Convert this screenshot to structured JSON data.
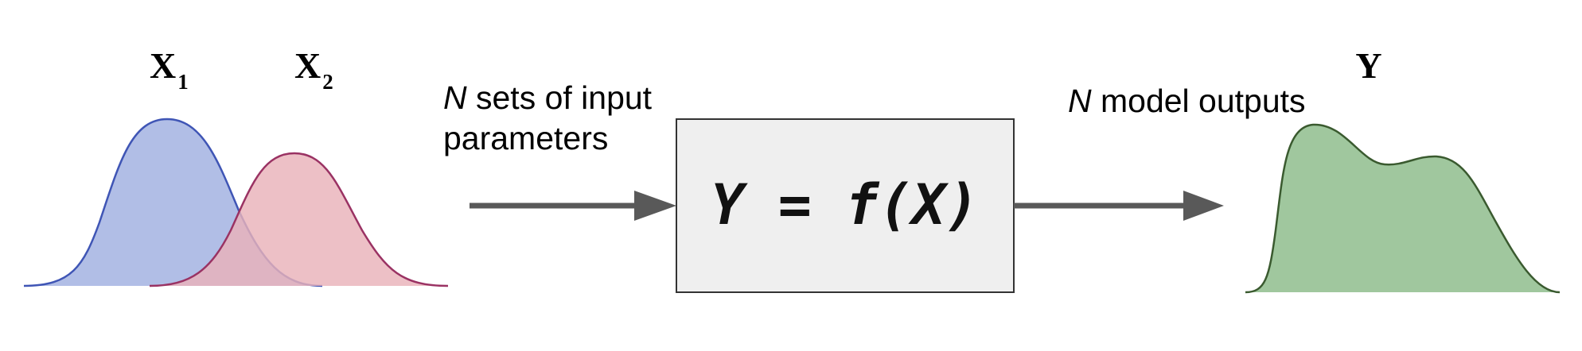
{
  "inputs": {
    "x1": {
      "base": "X",
      "sub": "1",
      "color_fill": "#b1bee6",
      "color_line": "#3f55b5"
    },
    "x2": {
      "base": "X",
      "sub": "2",
      "color_fill": "#e9b2b9",
      "color_line": "#9a3263"
    }
  },
  "input_caption": {
    "emphasis": "N",
    "line1_rest": " sets of input",
    "line2": "parameters"
  },
  "model": {
    "equation": "Y = f(X)",
    "box_fill": "#efefef",
    "box_stroke": "#333333"
  },
  "output_caption": {
    "emphasis": "N",
    "rest": " model outputs"
  },
  "output": {
    "label": "Y",
    "color_fill": "#a0c79e",
    "color_line": "#3a5a2f"
  },
  "arrow_color": "#595959",
  "icons": {
    "arrow_in": "right-arrow-icon",
    "arrow_out": "right-arrow-icon"
  }
}
